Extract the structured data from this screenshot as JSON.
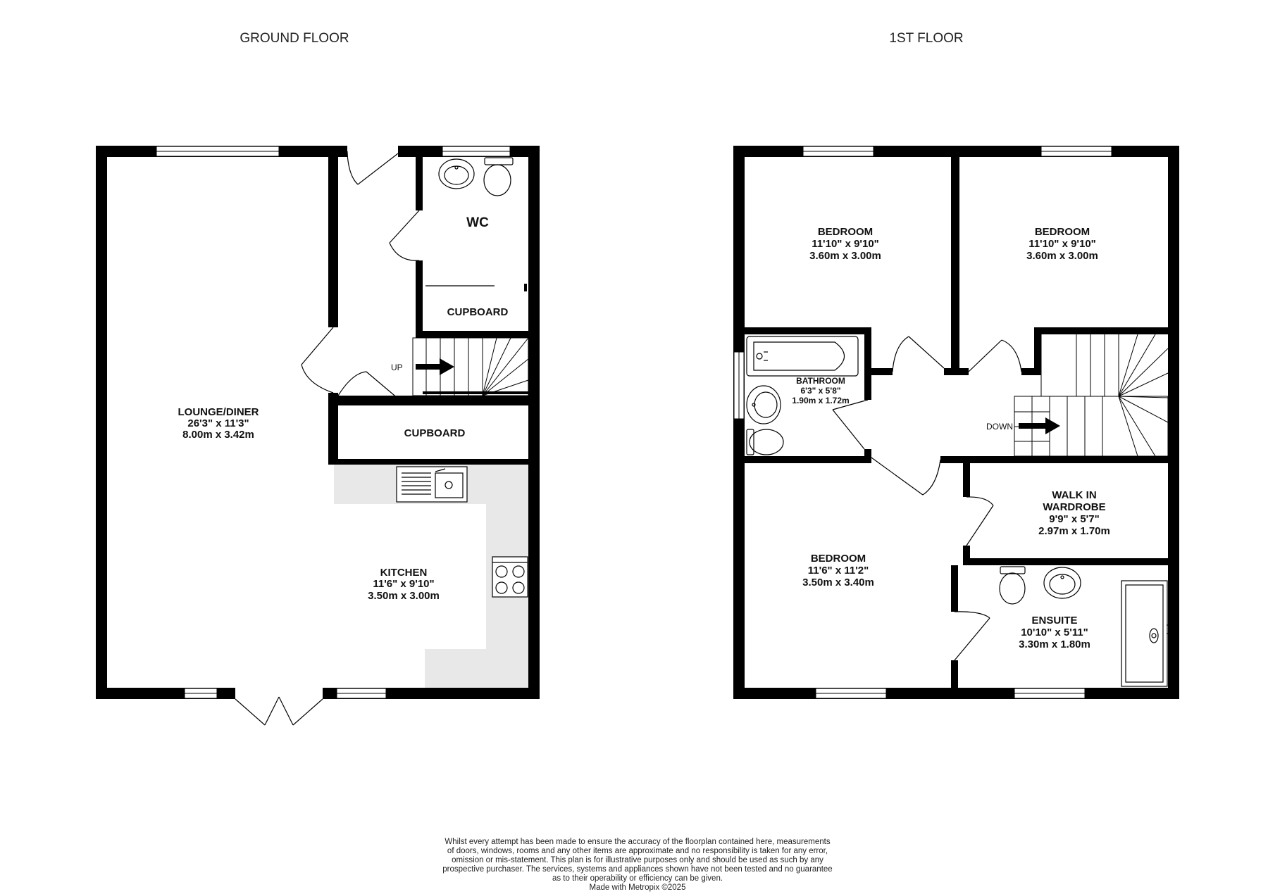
{
  "floors": {
    "ground": {
      "title": "GROUND FLOOR",
      "rooms": {
        "lounge": {
          "name": "LOUNGE/DINER",
          "imperial": "26'3\"  x 11'3\"",
          "metric": "8.00m  x 3.42m"
        },
        "kitchen": {
          "name": "KITCHEN",
          "imperial": "11'6\"  x 9'10\"",
          "metric": "3.50m  x 3.00m"
        },
        "wc": {
          "name": "WC"
        },
        "cupboard_upper": {
          "name": "CUPBOARD"
        },
        "cupboard_lower": {
          "name": "CUPBOARD"
        }
      },
      "stairs_label": "UP"
    },
    "first": {
      "title": "1ST FLOOR",
      "rooms": {
        "bedroom1": {
          "name": "BEDROOM",
          "imperial": "11'10\"  x 9'10\"",
          "metric": "3.60m  x 3.00m"
        },
        "bedroom2": {
          "name": "BEDROOM",
          "imperial": "11'10\"  x 9'10\"",
          "metric": "3.60m  x 3.00m"
        },
        "bathroom": {
          "name": "BATHROOM",
          "imperial": "6'3\"  x 5'8\"",
          "metric": "1.90m  x 1.72m"
        },
        "bedroom3": {
          "name": "BEDROOM",
          "imperial": "11'6\"  x 11'2\"",
          "metric": "3.50m  x 3.40m"
        },
        "wardrobe": {
          "name_line1": "WALK IN",
          "name_line2": "WARDROBE",
          "imperial": "9'9\"  x 5'7\"",
          "metric": "2.97m  x 1.70m"
        },
        "ensuite": {
          "name": "ENSUITE",
          "imperial": "10'10\"  x 5'11\"",
          "metric": "3.30m  x 1.80m"
        }
      },
      "stairs_label": "DOWN"
    }
  },
  "colors": {
    "wall": "#000000",
    "kitchen_counter": "#e8e8e8",
    "window": "#ffffff"
  },
  "disclaimer": {
    "lines": [
      "Whilst every attempt has been made to ensure the accuracy of the floorplan contained here, measurements",
      "of doors, windows, rooms and any other items are approximate and no responsibility is taken for any error,",
      "omission or mis-statement. This plan is for illustrative purposes only and should be used as such by any",
      "prospective purchaser. The services, systems and appliances shown have not been tested and no guarantee",
      "as to their operability or efficiency can be given."
    ],
    "credit": "Made with Metropix ©2025"
  }
}
